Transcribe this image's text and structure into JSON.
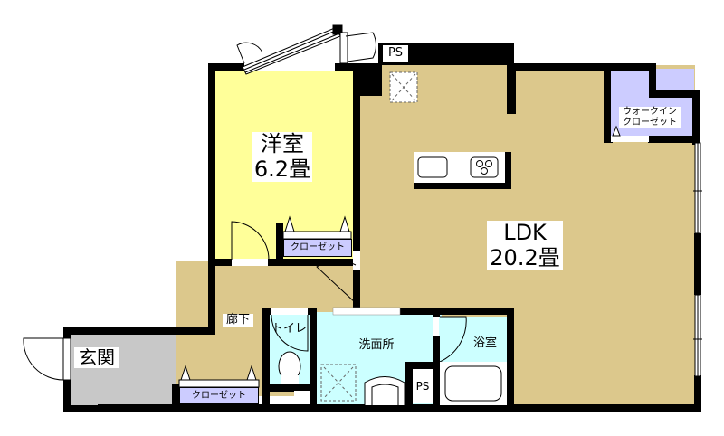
{
  "floorplan": {
    "colors": {
      "ldk": "#dcc88c",
      "western_room": "#ffff99",
      "wet_area": "#ccffff",
      "closet": "#ccccff",
      "entrance": "#c8c8c8",
      "wall": "#000000"
    },
    "rooms": {
      "western_room": {
        "name": "洋室",
        "size": "6.2畳"
      },
      "ldk": {
        "name": "LDK",
        "size": "20.2畳"
      },
      "walk_in_closet": {
        "line1": "ウォークイン",
        "line2": "クローゼット"
      },
      "closet_western": {
        "name": "クローゼット"
      },
      "closet_hallway": {
        "name": "クローゼット"
      },
      "hallway": {
        "name": "廊下"
      },
      "toilet": {
        "name": "トイレ"
      },
      "washroom": {
        "name": "洗面所"
      },
      "bathroom": {
        "name": "浴室"
      },
      "entrance": {
        "name": "玄関"
      },
      "ps_top": {
        "name": "PS"
      },
      "ps_bottom": {
        "name": "PS"
      }
    }
  }
}
